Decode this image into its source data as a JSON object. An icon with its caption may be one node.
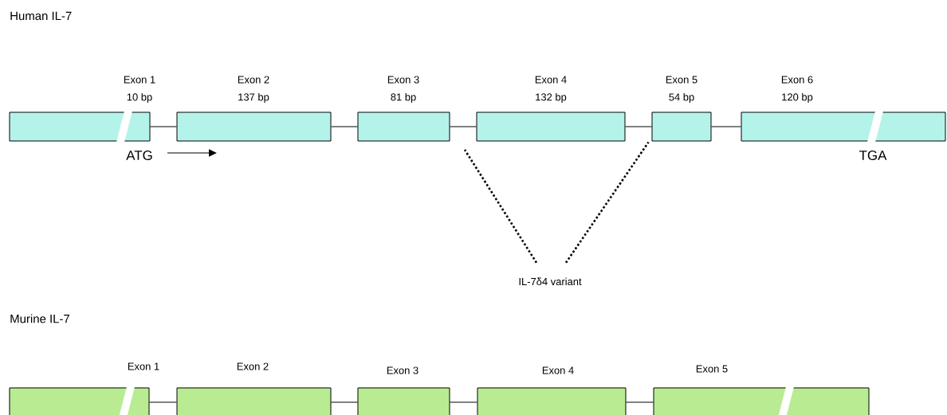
{
  "diagram": {
    "nodes": [
      {
        "text": [
          "Exon 1",
          "10 bp"
        ],
        "beside": [
          "ATG"
        ]
      },
      {
        "text": [
          "Exon 2",
          "137 bp"
        ]
      },
      {
        "text": [
          "Exon 3",
          "81 bp"
        ]
      },
      {
        "text": [
          "Exon 4",
          "132 bp"
        ]
      },
      {
        "text": [
          "Exon 5",
          "54 bp"
        ]
      },
      {
        "text": [
          "Exon 6",
          "120 bp"
        ],
        "beside": [
          "TGA"
        ]
      },
      {
        "text": [
          "IL-7δ4 variant"
        ]
      },
      {
        "text": [
          "Exon 1"
        ]
      },
      {
        "text": [
          "Exon 2"
        ]
      },
      {
        "text": [
          "Exon 3"
        ]
      },
      {
        "text": [
          "Exon 4"
        ]
      },
      {
        "text": [
          "Exon 5"
        ]
      }
    ],
    "edges": [
      {
        "from": 0,
        "to": 1,
        "arrow": "none"
      },
      {
        "from": 1,
        "to": 2,
        "arrow": "none"
      },
      {
        "from": 2,
        "to": 3,
        "arrow": "none"
      },
      {
        "from": 3,
        "to": 4,
        "arrow": "none"
      },
      {
        "from": 4,
        "to": 5,
        "arrow": "none"
      },
      {
        "from": 6,
        "to": null,
        "arrow": "none",
        "style": "dashed"
      },
      {
        "from": 6,
        "to": 4,
        "arrow": "none",
        "style": "dashed"
      },
      {
        "from": 7,
        "to": 8,
        "arrow": "none"
      },
      {
        "from": 8,
        "to": 9,
        "arrow": "none"
      },
      {
        "from": 9,
        "to": 10,
        "arrow": "none"
      },
      {
        "from": 10,
        "to": 11,
        "arrow": "none"
      }
    ],
    "labels": [
      "Human IL-7",
      "Murine IL-7"
    ]
  }
}
